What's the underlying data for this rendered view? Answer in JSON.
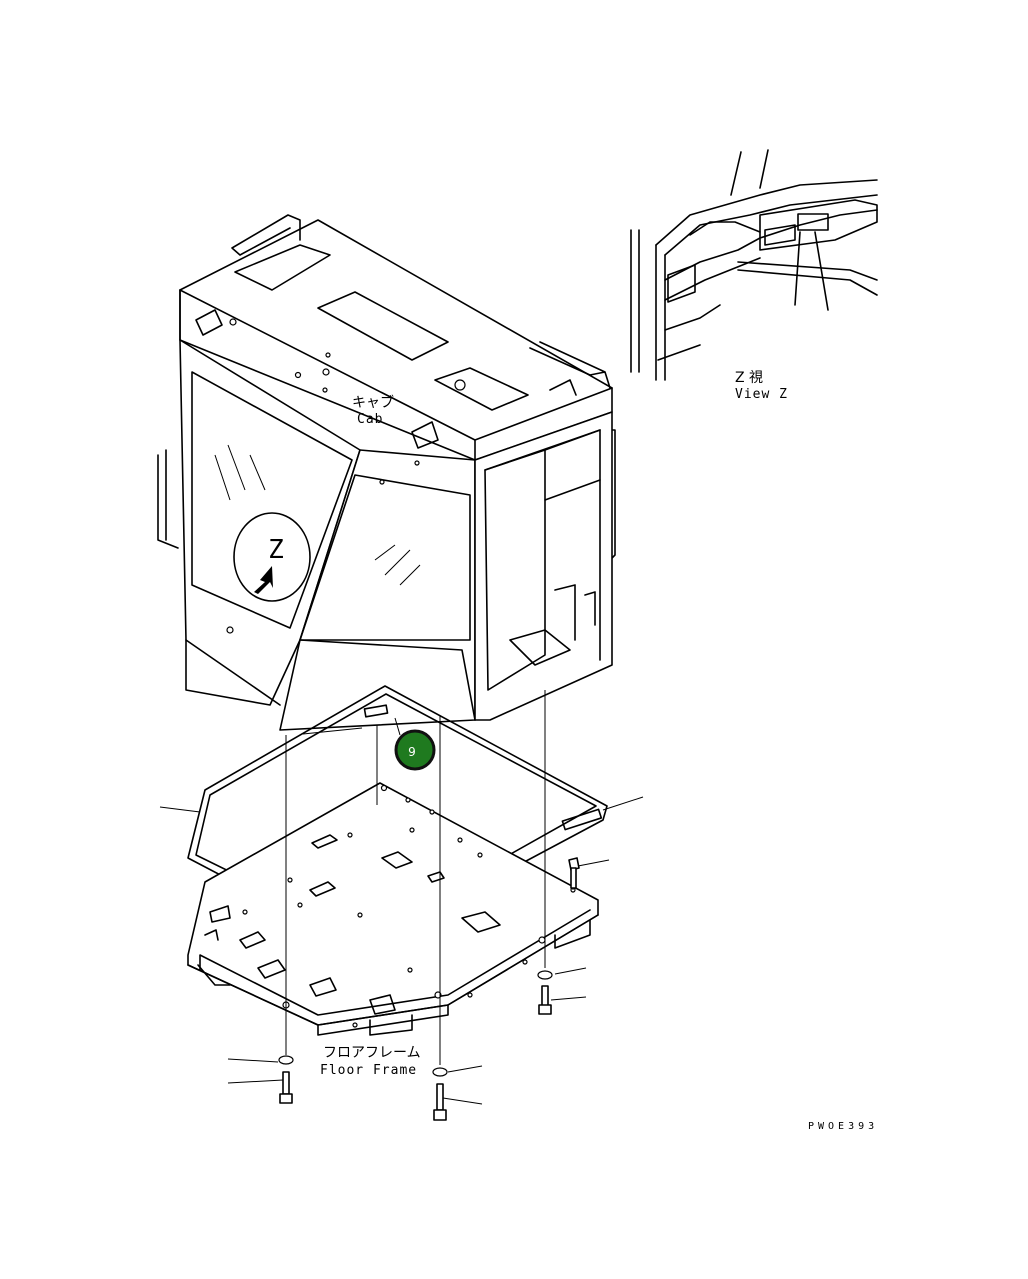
{
  "labels": {
    "cab_jp": "キャブ",
    "cab_en": "Cab",
    "floor_jp": "フロアフレーム",
    "floor_en": "Floor Frame",
    "view_jp": "Z 視",
    "view_en": "View Z",
    "z_marker": "Z",
    "callout_number": "9",
    "drawing_code": "PWOE393"
  },
  "colors": {
    "callout_fill": "#1f7a1f",
    "callout_ring": "#111111",
    "line": "#000000",
    "background": "#ffffff"
  },
  "icons": {
    "view_arrow": "arrow-down-left-icon"
  }
}
